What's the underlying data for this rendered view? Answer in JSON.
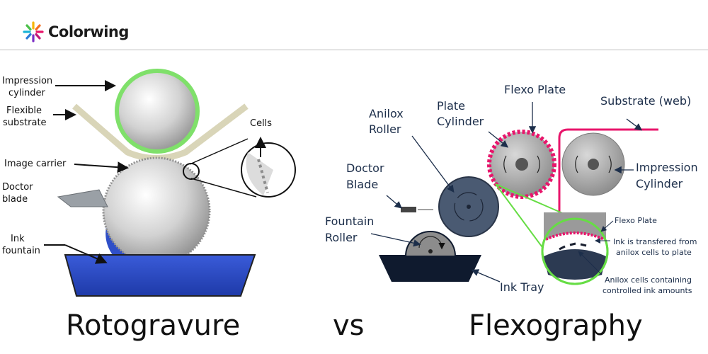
{
  "brand": {
    "name": "Colorwing",
    "colors": {
      "ink_blue": "#2f4fc8",
      "impression_green": "#7fe06a",
      "plate_magenta": "#e8156b",
      "roller_slate": "#4a5a72",
      "tray_navy": "#0f1a2e"
    }
  },
  "left_diagram": {
    "labels": {
      "impression_cylinder_1": "Impression",
      "impression_cylinder_2": "cylinder",
      "flexible_substrate_1": "Flexible",
      "flexible_substrate_2": "substrate",
      "cells": "Cells",
      "image_carrier": "Image carrier",
      "doctor_blade_1": "Doctor",
      "doctor_blade_2": "blade",
      "ink_fountain_1": "Ink",
      "ink_fountain_2": "fountain"
    }
  },
  "right_diagram": {
    "labels": {
      "anilox_roller_1": "Anilox",
      "anilox_roller_2": "Roller",
      "plate_cylinder_1": "Plate",
      "plate_cylinder_2": "Cylinder",
      "flexo_plate": "Flexo Plate",
      "substrate_web": "Substrate (web)",
      "doctor_blade_1": "Doctor",
      "doctor_blade_2": "Blade",
      "impression_cylinder_1": "Impression",
      "impression_cylinder_2": "Cylinder",
      "fountain_roller_1": "Fountain",
      "fountain_roller_2": "Roller",
      "ink_tray": "Ink Tray",
      "zoom_flexo_plate": "Flexo Plate",
      "zoom_transfer_1": "Ink is transfered from",
      "zoom_transfer_2": "anilox cells to plate",
      "zoom_anilox_cells_1": "Anilox cells containing",
      "zoom_anilox_cells_2": "controlled ink amounts"
    }
  },
  "captions": {
    "left": "Rotogravure",
    "middle": "vs",
    "right": "Flexography"
  }
}
